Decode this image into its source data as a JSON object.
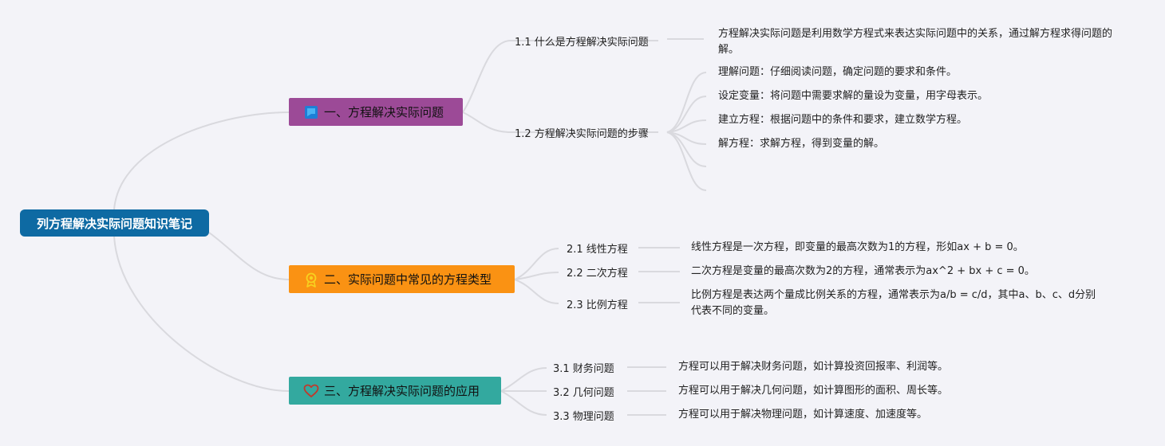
{
  "root": {
    "title": "列方程解决实际问题知识笔记"
  },
  "branches": [
    {
      "title": "一、方程解决实际问题",
      "color": "#9c4a97",
      "icon": "flag-icon",
      "subs": [
        {
          "label": "1.1 什么是方程解决实际问题",
          "leaves": [
            "方程解决实际问题是利用数学方程式来表达实际问题中的关系，通过解方程求得问题的解。"
          ]
        },
        {
          "label": "1.2 方程解决实际问题的步骤",
          "leaves": [
            "理解问题：仔细阅读问题，确定问题的要求和条件。",
            "设定变量：将问题中需要求解的量设为变量，用字母表示。",
            "建立方程：根据问题中的条件和要求，建立数学方程。",
            "解方程：求解方程，得到变量的解。",
            "",
            ""
          ]
        }
      ]
    },
    {
      "title": "二、实际问题中常见的方程类型",
      "color": "#fa9213",
      "icon": "award-icon",
      "subs": [
        {
          "label": "2.1 线性方程",
          "leaves": [
            "线性方程是一次方程，即变量的最高次数为1的方程，形如ax + b = 0。"
          ]
        },
        {
          "label": "2.2 二次方程",
          "leaves": [
            "二次方程是变量的最高次数为2的方程，通常表示为ax^2 + bx + c = 0。"
          ]
        },
        {
          "label": "2.3 比例方程",
          "leaves": [
            "比例方程是表达两个量成比例关系的方程，通常表示为a/b = c/d，其中a、b、c、d分别代表不同的变量。"
          ]
        }
      ]
    },
    {
      "title": "三、方程解决实际问题的应用",
      "color": "#33a99f",
      "icon": "heart-icon",
      "subs": [
        {
          "label": "3.1 财务问题",
          "leaves": [
            "方程可以用于解决财务问题，如计算投资回报率、利润等。"
          ]
        },
        {
          "label": "3.2 几何问题",
          "leaves": [
            "方程可以用于解决几何问题，如计算图形的面积、周长等。"
          ]
        },
        {
          "label": "3.3 物理问题",
          "leaves": [
            "方程可以用于解决物理问题，如计算速度、加速度等。"
          ]
        }
      ]
    }
  ]
}
